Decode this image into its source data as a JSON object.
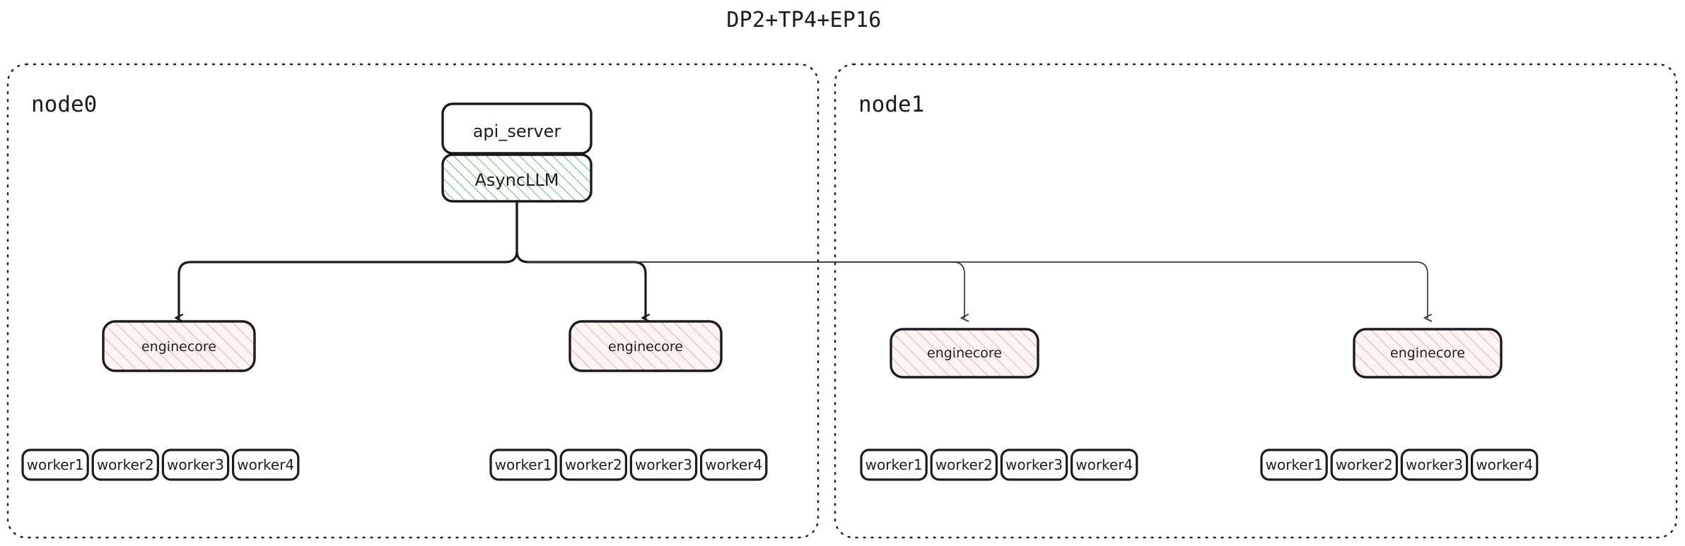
{
  "title": "DP2+TP4+EP16",
  "diagram": {
    "type": "block-diagram",
    "nodes": [
      {
        "id": "node0",
        "label": "node0",
        "blocks": [
          {
            "id": "api_server",
            "label": "api_server",
            "style": "plain"
          },
          {
            "id": "asyncllm",
            "label": "AsyncLLM",
            "style": "green-hatch"
          }
        ],
        "enginecores": [
          {
            "id": "node0-ec0",
            "label": "enginecore",
            "style": "pink-hatch",
            "workers": [
              "worker1",
              "worker2",
              "worker3",
              "worker4"
            ]
          },
          {
            "id": "node0-ec1",
            "label": "enginecore",
            "style": "pink-hatch",
            "workers": [
              "worker1",
              "worker2",
              "worker3",
              "worker4"
            ]
          }
        ]
      },
      {
        "id": "node1",
        "label": "node1",
        "blocks": [],
        "enginecores": [
          {
            "id": "node1-ec0",
            "label": "enginecore",
            "style": "pink-hatch",
            "workers": [
              "worker1",
              "worker2",
              "worker3",
              "worker4"
            ]
          },
          {
            "id": "node1-ec1",
            "label": "enginecore",
            "style": "pink-hatch",
            "workers": [
              "worker1",
              "worker2",
              "worker3",
              "worker4"
            ]
          }
        ]
      }
    ],
    "edges": [
      {
        "from": "asyncllm",
        "to": "node0-ec0",
        "weight": "thick"
      },
      {
        "from": "asyncllm",
        "to": "node0-ec1",
        "weight": "thick"
      },
      {
        "from": "asyncllm",
        "to": "node1-ec0",
        "weight": "thin"
      },
      {
        "from": "asyncllm",
        "to": "node1-ec1",
        "weight": "thin"
      }
    ],
    "colors": {
      "stroke": "#1b1b1b",
      "green_hatch": "#63c08a",
      "pink_hatch": "#f2b4b4",
      "background": "#ffffff"
    }
  }
}
